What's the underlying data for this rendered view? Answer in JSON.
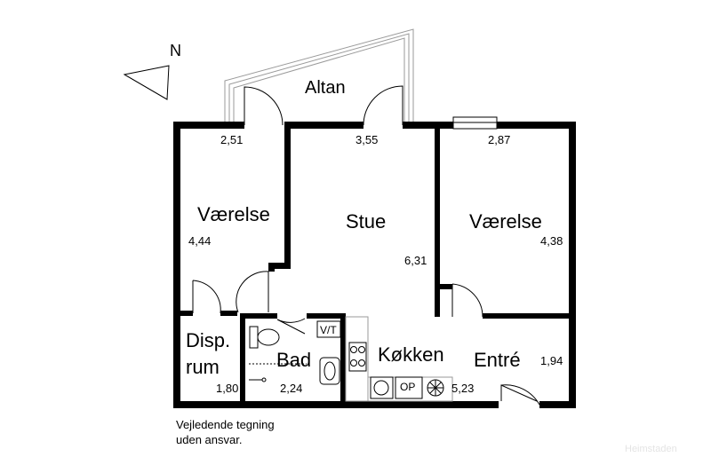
{
  "compass": {
    "north_label": "N"
  },
  "rooms": {
    "balcony": "Altan",
    "bedroom_left": "Værelse",
    "living": "Stue",
    "bedroom_right": "Værelse",
    "storage_line1": "Disp.",
    "storage_line2": "rum",
    "bath": "Bad",
    "kitchen": "Køkken",
    "entry": "Entré"
  },
  "dimensions": {
    "bedroom_left_width": "2,51",
    "living_width": "3,55",
    "bedroom_right_width": "2,87",
    "bedroom_left_depth": "4,44",
    "living_depth": "6,31",
    "bedroom_right_depth": "4,38",
    "storage": "1,80",
    "bath": "2,24",
    "kitchen": "5,23",
    "entry": "1,94"
  },
  "fixtures": {
    "washer_dryer": "V/T",
    "dishwasher": "OP"
  },
  "disclaimer": [
    "Vejledende tegning",
    "uden ansvar."
  ],
  "watermark": "Heimstaden"
}
